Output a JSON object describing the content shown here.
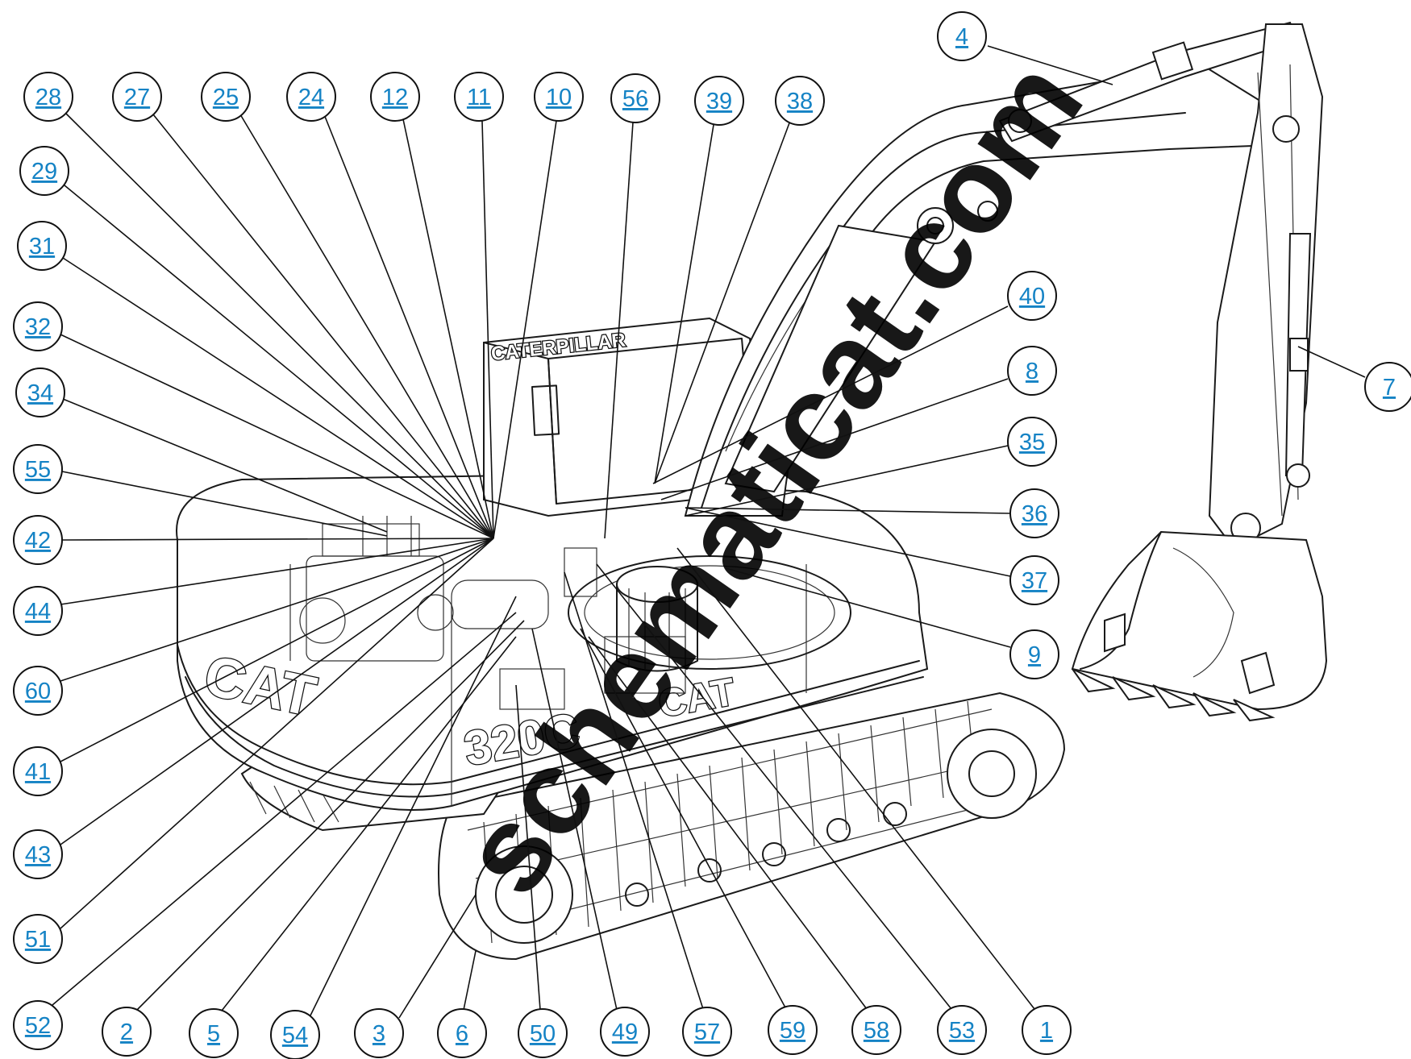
{
  "diagram": {
    "link_color": "#1583c5",
    "watermark_text": "schematicat.com",
    "machine_decals": {
      "brand": "CATERPILLAR",
      "logo_side": "CAT",
      "logo_center": "CAT",
      "model": "320C"
    },
    "callouts": [
      {
        "label": "28"
      },
      {
        "label": "27"
      },
      {
        "label": "25"
      },
      {
        "label": "24"
      },
      {
        "label": "12"
      },
      {
        "label": "11"
      },
      {
        "label": "10"
      },
      {
        "label": "56"
      },
      {
        "label": "39"
      },
      {
        "label": "38"
      },
      {
        "label": "4"
      },
      {
        "label": "29"
      },
      {
        "label": "31"
      },
      {
        "label": "32"
      },
      {
        "label": "34"
      },
      {
        "label": "55"
      },
      {
        "label": "42"
      },
      {
        "label": "44"
      },
      {
        "label": "60"
      },
      {
        "label": "41"
      },
      {
        "label": "43"
      },
      {
        "label": "51"
      },
      {
        "label": "52"
      },
      {
        "label": "40"
      },
      {
        "label": "8"
      },
      {
        "label": "7"
      },
      {
        "label": "35"
      },
      {
        "label": "36"
      },
      {
        "label": "37"
      },
      {
        "label": "9"
      },
      {
        "label": "2"
      },
      {
        "label": "5"
      },
      {
        "label": "54"
      },
      {
        "label": "3"
      },
      {
        "label": "6"
      },
      {
        "label": "50"
      },
      {
        "label": "49"
      },
      {
        "label": "57"
      },
      {
        "label": "59"
      },
      {
        "label": "58"
      },
      {
        "label": "53"
      },
      {
        "label": "1"
      }
    ]
  }
}
